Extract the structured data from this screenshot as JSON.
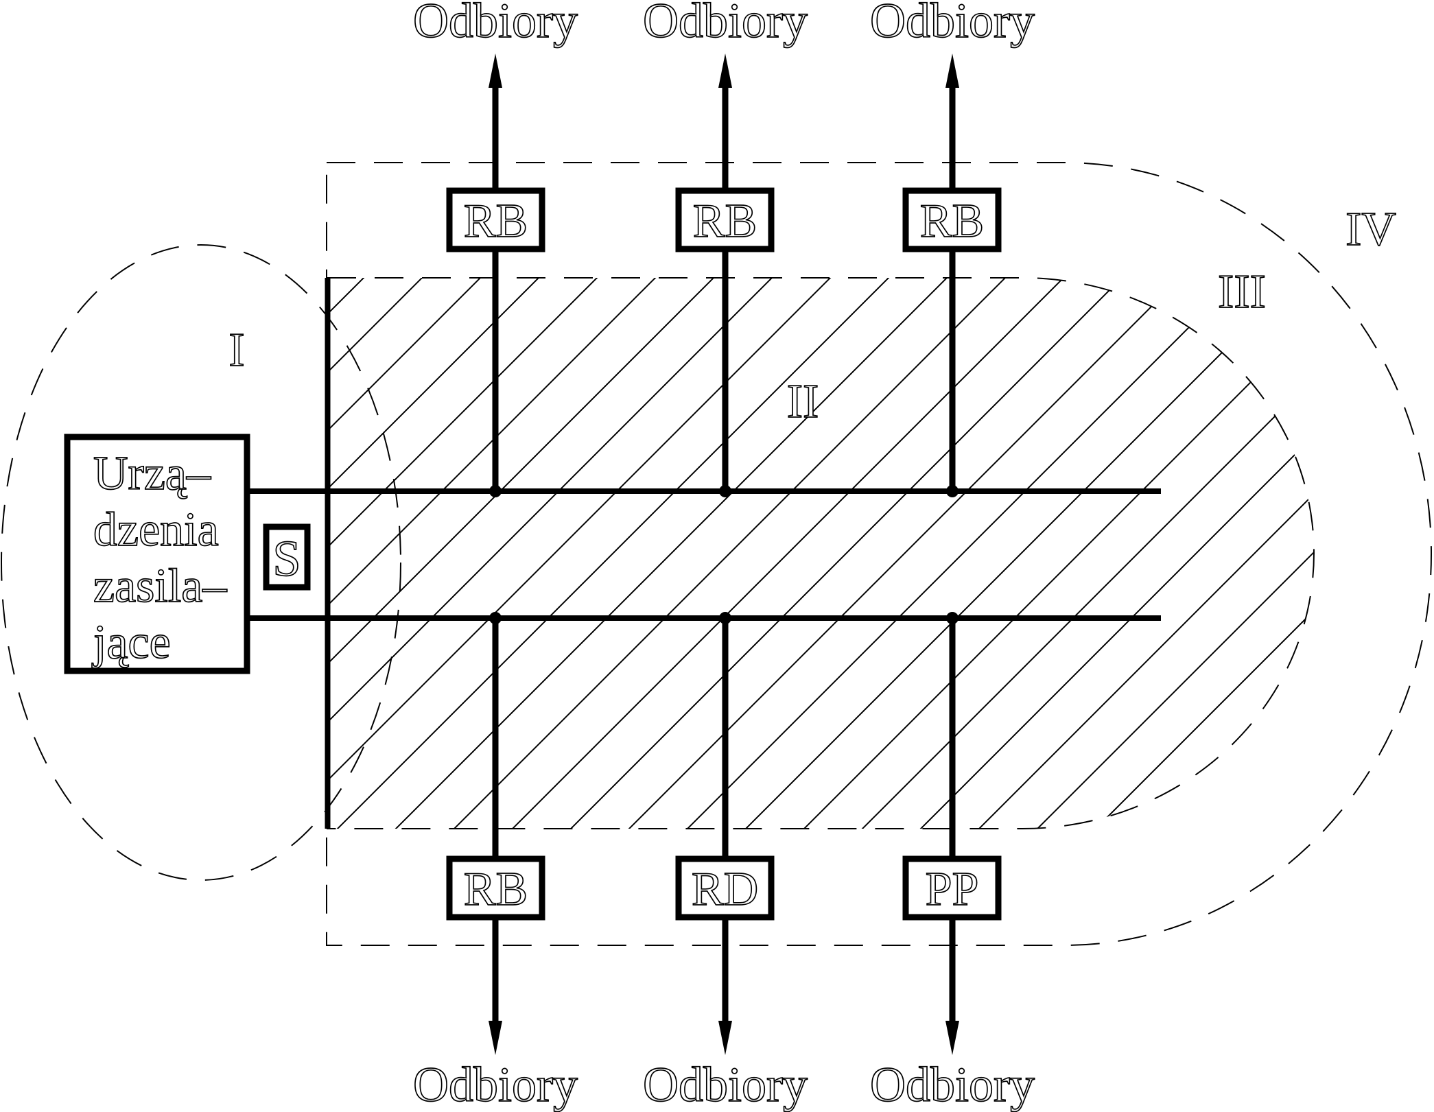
{
  "diagram": {
    "title_hint": "Power distribution zones diagram",
    "colors": {
      "ink": "#000000",
      "background": "#ffffff"
    },
    "supply_box": {
      "lines": [
        "Urzą–",
        "dzenia",
        "zasila–",
        "jące"
      ]
    },
    "coupler": {
      "label": "S"
    },
    "zones": {
      "zone1": "I",
      "zone2": "II",
      "zone3": "III",
      "zone4": "IV"
    },
    "top_feeders": [
      {
        "box_label": "RB",
        "load_label": "Odbiory"
      },
      {
        "box_label": "RB",
        "load_label": "Odbiory"
      },
      {
        "box_label": "RB",
        "load_label": "Odbiory"
      }
    ],
    "bottom_feeders": [
      {
        "box_label": "RB",
        "load_label": "Odbiory"
      },
      {
        "box_label": "RD",
        "load_label": "Odbiory"
      },
      {
        "box_label": "PP",
        "load_label": "Odbiory"
      }
    ]
  }
}
